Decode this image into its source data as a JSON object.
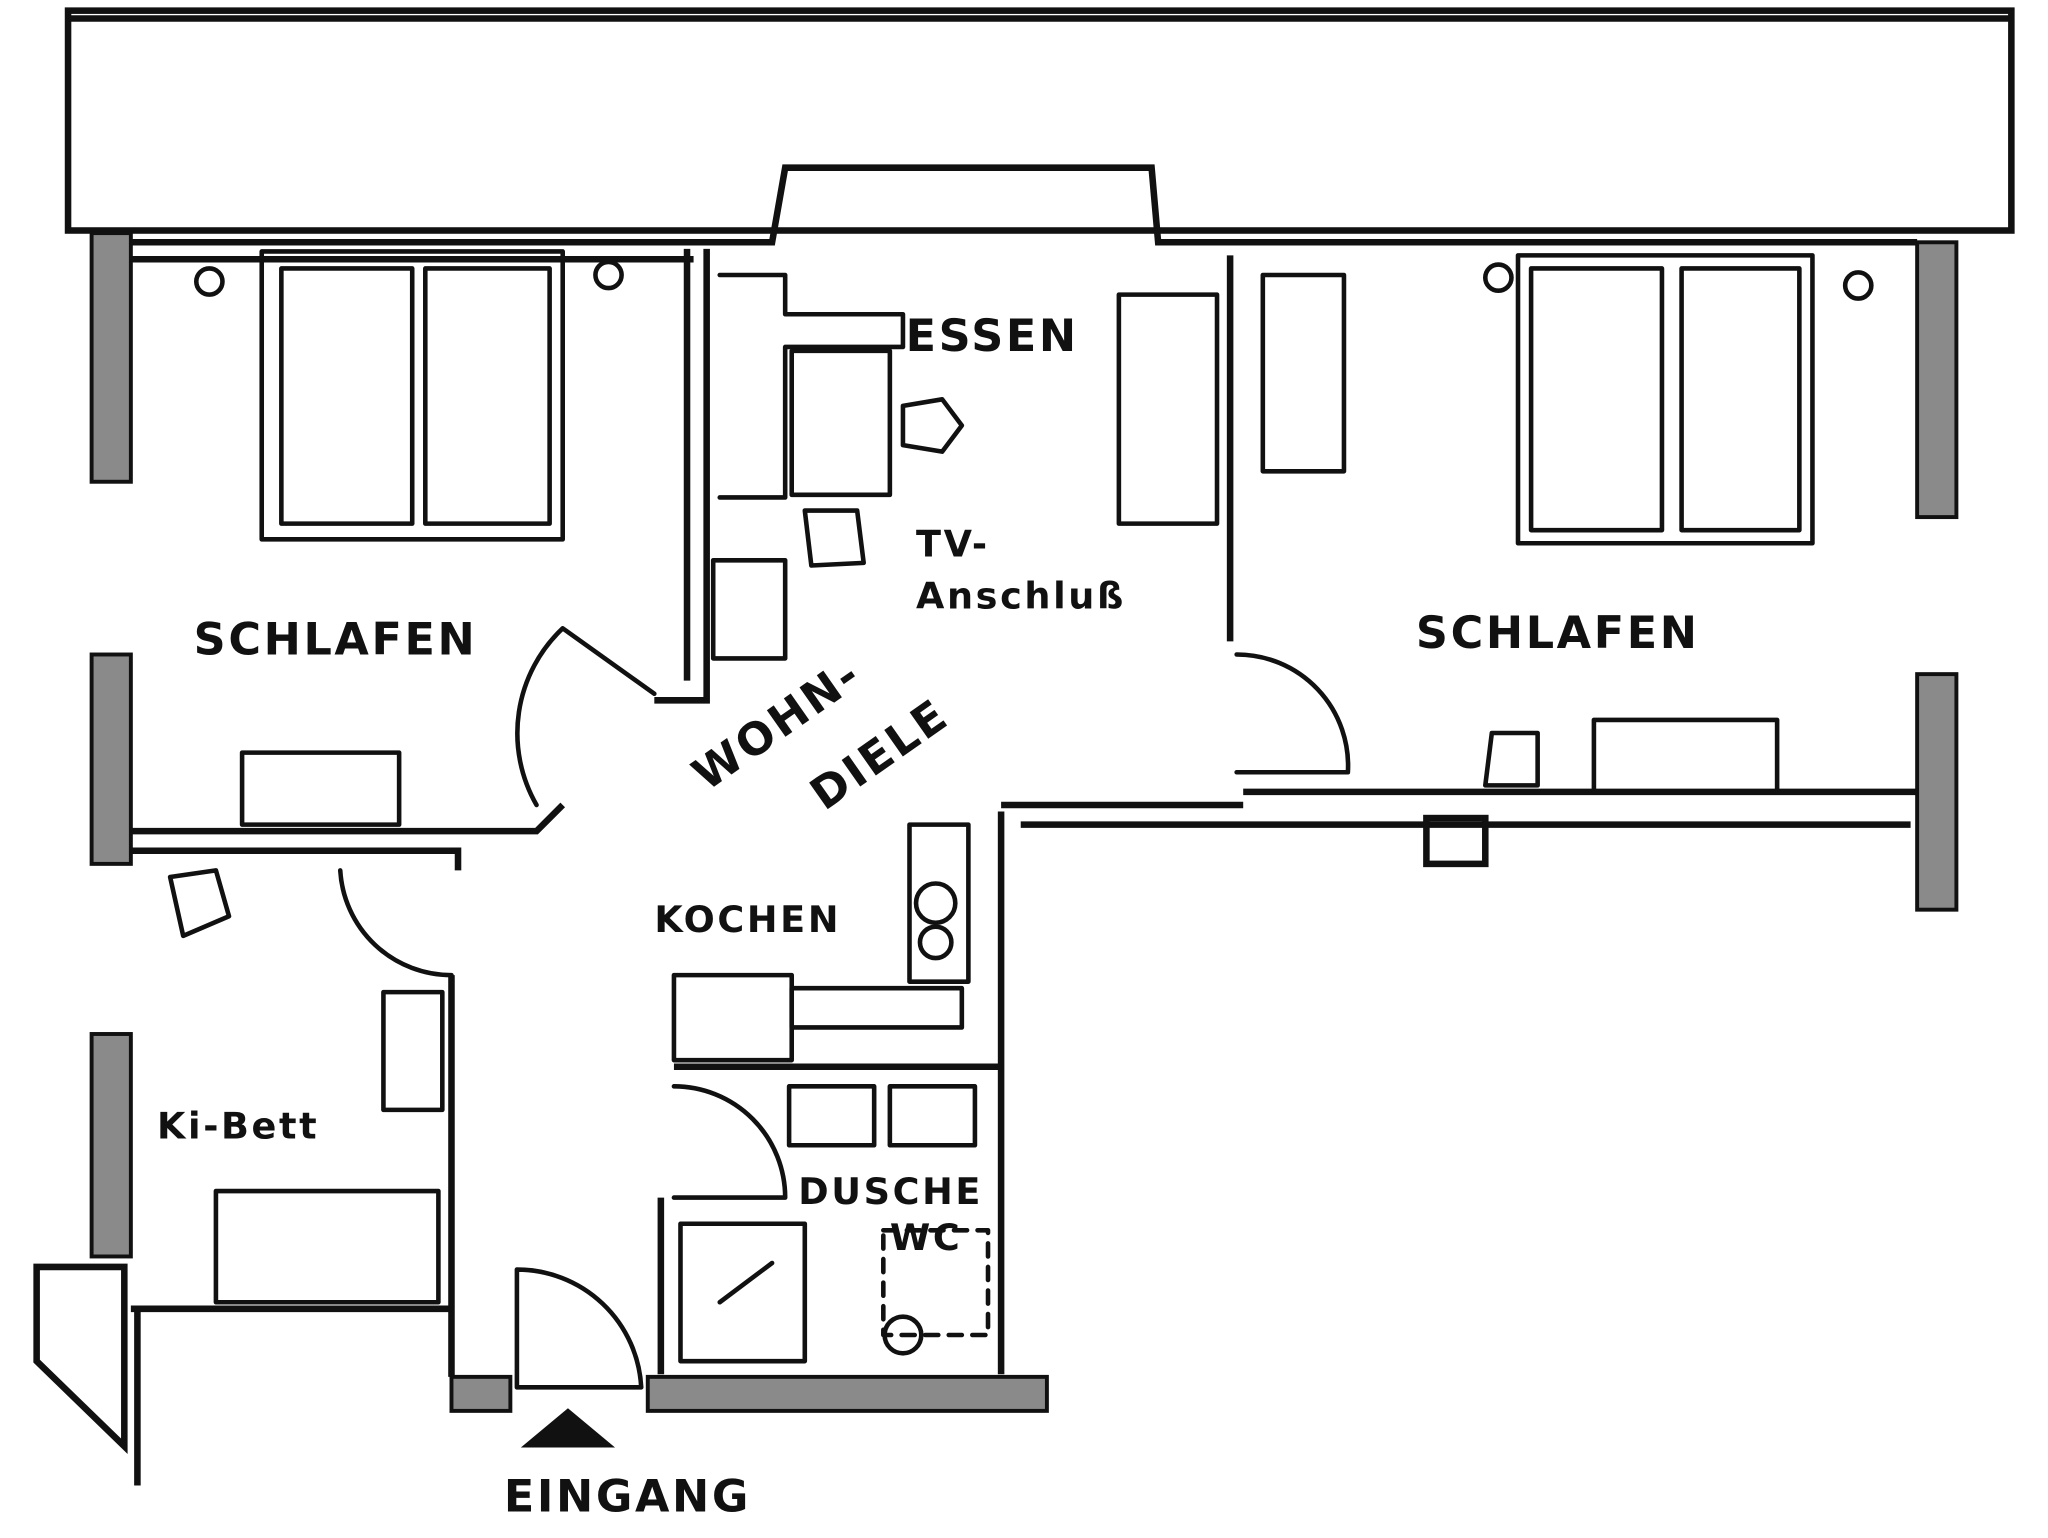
{
  "plan": {
    "rooms": {
      "bedroom_left": "SCHLAFEN",
      "bedroom_right": "SCHLAFEN",
      "dining": "ESSEN",
      "living_hall_1": "WOHN-",
      "living_hall_2": "DIELE",
      "kitchen": "KOCHEN",
      "kids": "Ki-Bett",
      "bath_1": "DUSCHE",
      "bath_2": "WC",
      "entrance": "EINGANG"
    },
    "tv_1": "TV-",
    "tv_2": "Anschluß"
  }
}
